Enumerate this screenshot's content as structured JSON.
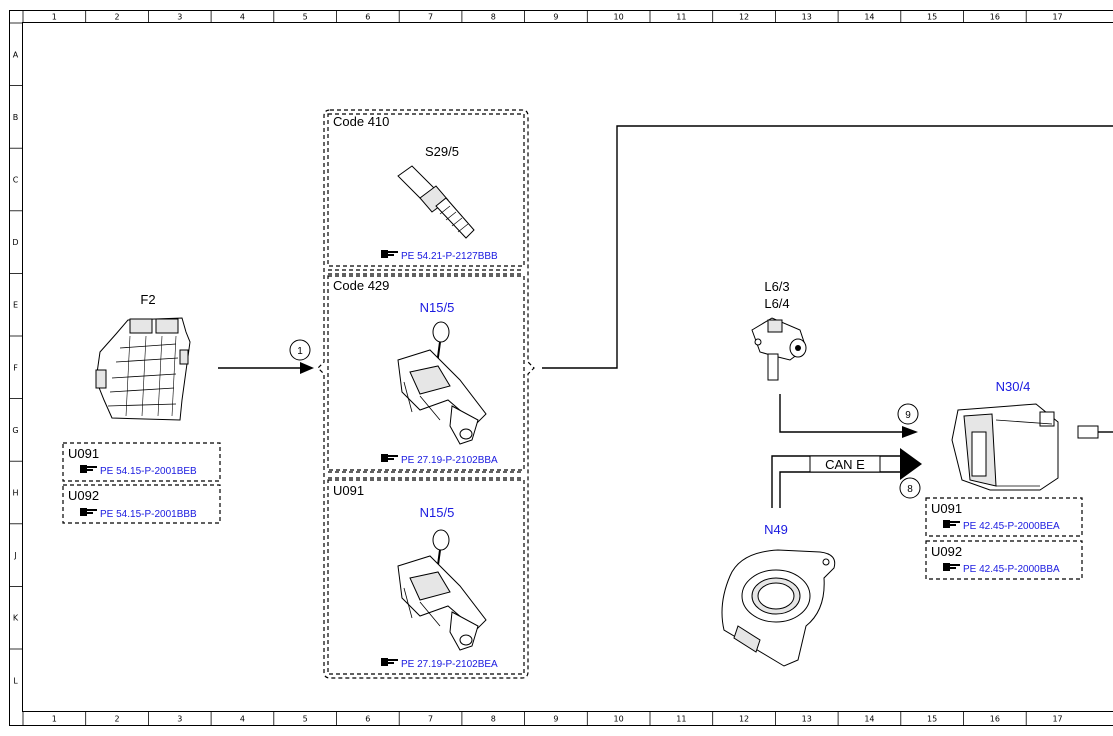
{
  "grid": {
    "columns": [
      "1",
      "2",
      "3",
      "4",
      "5",
      "6",
      "7",
      "8",
      "9",
      "10",
      "11",
      "12",
      "13",
      "14",
      "15",
      "16",
      "17"
    ],
    "rows": [
      "A",
      "B",
      "C",
      "D",
      "E",
      "F",
      "G",
      "H",
      "J",
      "K",
      "L"
    ]
  },
  "f2": {
    "label": "F2",
    "boxes": [
      {
        "code": "U091",
        "ref": "PE 54.15-P-2001BEB"
      },
      {
        "code": "U092",
        "ref": "PE 54.15-P-2001BBB"
      }
    ]
  },
  "connector_1": "1",
  "group": {
    "sections": [
      {
        "code": "Code 410",
        "component": "S29/5",
        "ref": "PE 54.21-P-2127BBB"
      },
      {
        "code": "Code 429",
        "component": "N15/5",
        "ref": "PE 27.19-P-2102BBA"
      },
      {
        "code": "U091",
        "component": "N15/5",
        "ref": "PE 27.19-P-2102BEA"
      }
    ]
  },
  "l6": {
    "line1": "L6/3",
    "line2": "L6/4"
  },
  "connector_9": "9",
  "connector_8": "8",
  "can_label": "CAN E",
  "n49": {
    "label": "N49"
  },
  "n30": {
    "label": "N30/4",
    "boxes": [
      {
        "code": "U091",
        "ref": "PE 42.45-P-2000BEA"
      },
      {
        "code": "U092",
        "ref": "PE 42.45-P-2000BBA"
      }
    ]
  },
  "colors": {
    "link_blue": "#1a1ae0",
    "line": "#000000"
  },
  "icons": {
    "reference": "pointing-hand-icon"
  }
}
